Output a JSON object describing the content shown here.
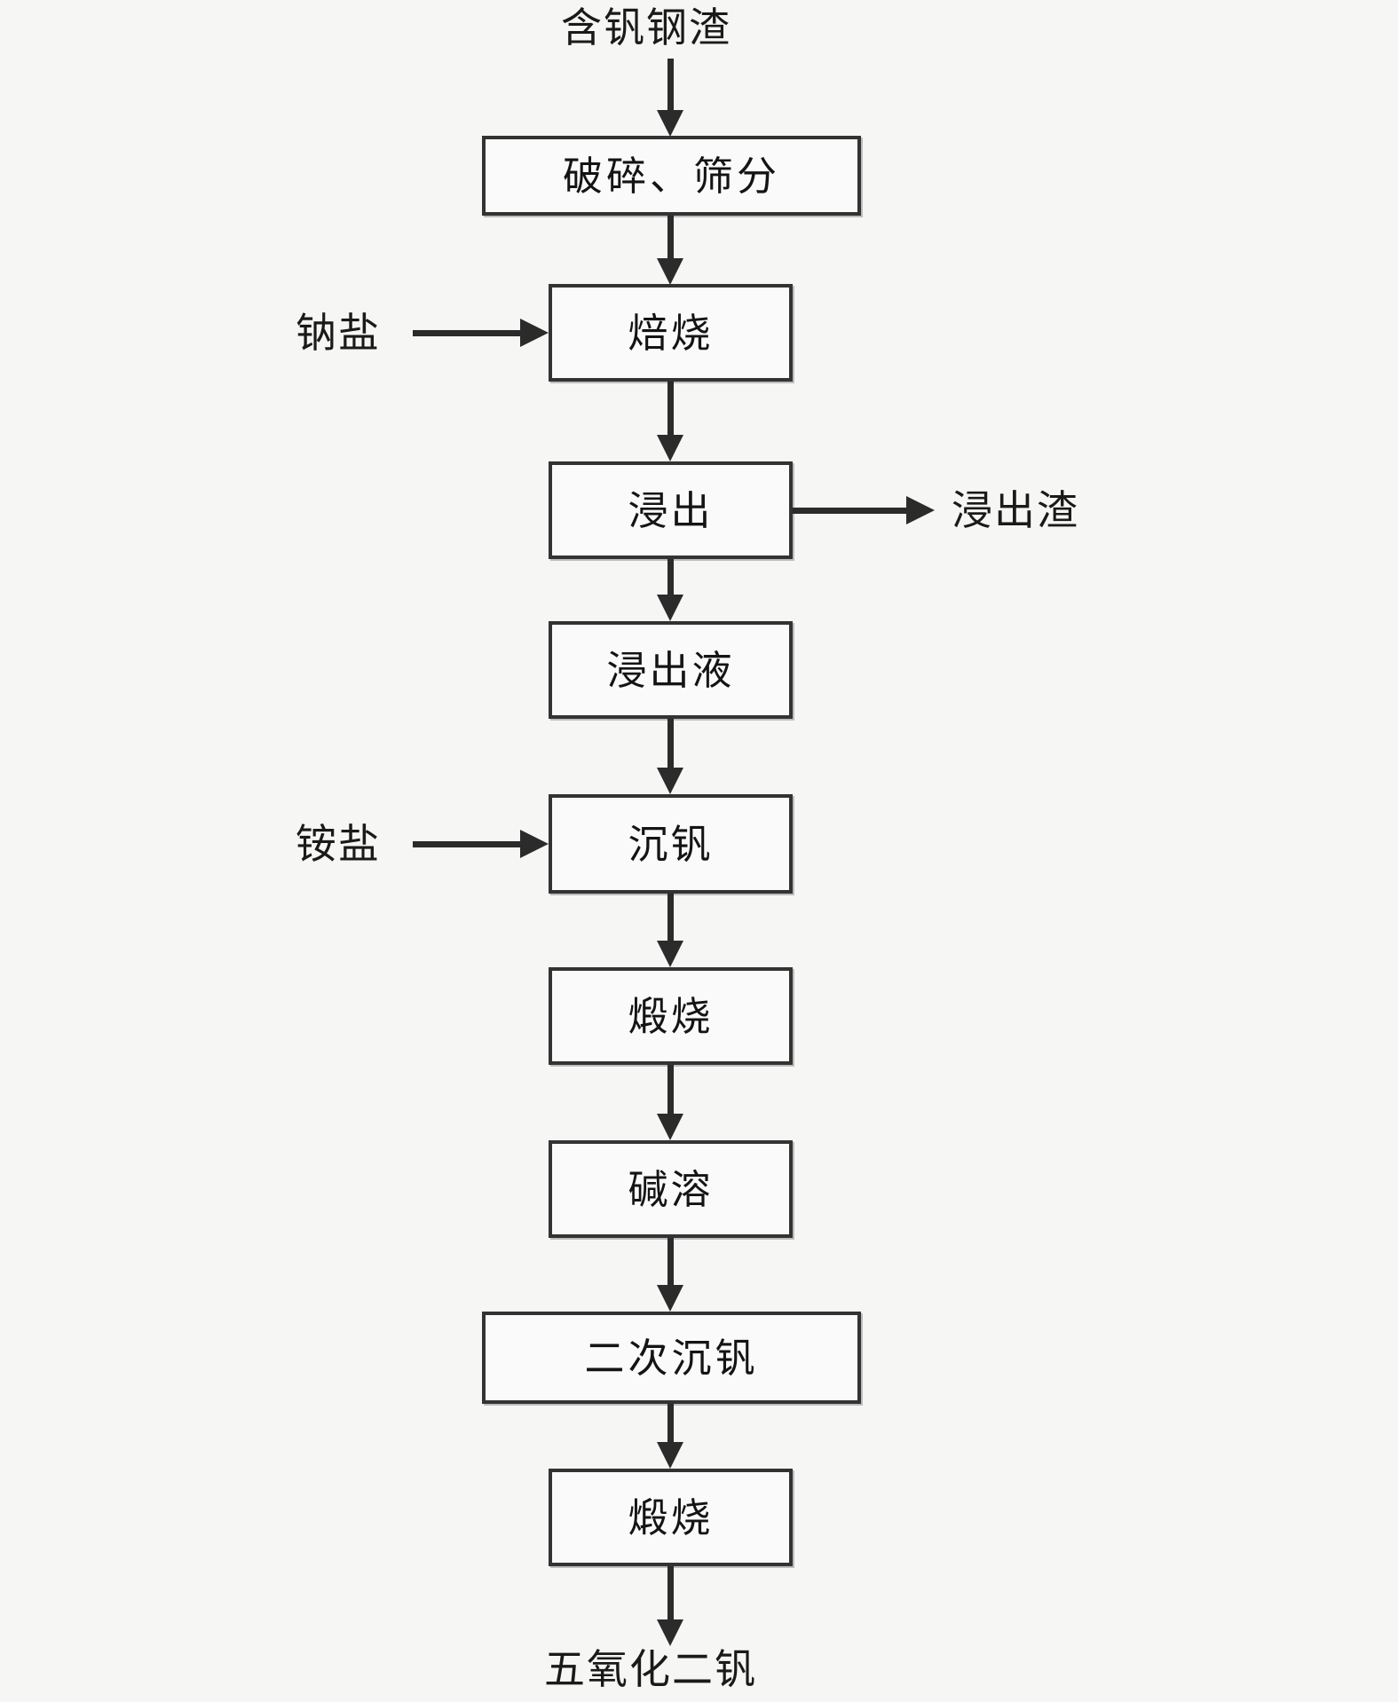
{
  "diagram": {
    "title_top": "含钒钢渣",
    "title_bottom": "五氧化二钒",
    "background_color": "#f6f6f4",
    "box_border_color": "#333333",
    "box_fill_color": "#fafafa",
    "arrow_color": "#2b2b2b"
  },
  "nodes": {
    "input_top": {
      "label": "含钒钢渣",
      "type": "terminal"
    },
    "step1": {
      "label": "破碎、筛分",
      "type": "process"
    },
    "step2": {
      "label": "焙烧",
      "type": "process"
    },
    "step3": {
      "label": "浸出",
      "type": "process"
    },
    "step4": {
      "label": "浸出液",
      "type": "process"
    },
    "step5": {
      "label": "沉钒",
      "type": "process"
    },
    "step6": {
      "label": "煅烧",
      "type": "process"
    },
    "step7": {
      "label": "碱溶",
      "type": "process"
    },
    "step8": {
      "label": "二次沉钒",
      "type": "process"
    },
    "step9": {
      "label": "煅烧",
      "type": "process"
    },
    "output_bottom": {
      "label": "五氧化二钒",
      "type": "terminal"
    }
  },
  "side_inputs": {
    "sodium_salt": {
      "label": "钠盐",
      "target": "焙烧"
    },
    "ammonium_salt": {
      "label": "铵盐",
      "target": "沉钒"
    }
  },
  "side_outputs": {
    "leach_residue": {
      "label": "浸出渣",
      "source": "浸出"
    }
  },
  "flow_sequence": [
    "含钒钢渣",
    "破碎、筛分",
    "焙烧",
    "浸出",
    "浸出液",
    "沉钒",
    "煅烧",
    "碱溶",
    "二次沉钒",
    "煅烧",
    "五氧化二钒"
  ]
}
